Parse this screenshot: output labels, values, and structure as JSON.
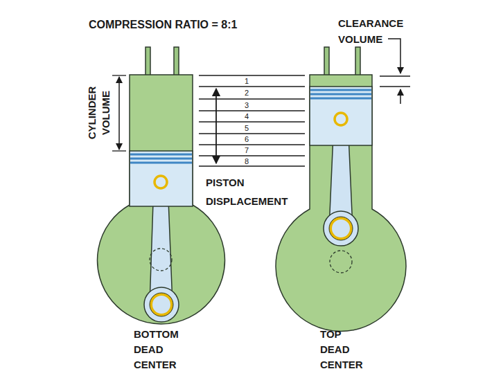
{
  "diagram": {
    "title": "COMPRESSION RATIO = 8:1",
    "labels": [
      "CYLINDER VOLUME",
      "PISTON DISPLACEMENT",
      "1",
      "2",
      "3",
      "4",
      "5",
      "6",
      "7",
      "8",
      "CLEARANCE VOLUME",
      "BOTTOM DEAD CENTER",
      "TOP DEAD CENTER"
    ]
  }
}
